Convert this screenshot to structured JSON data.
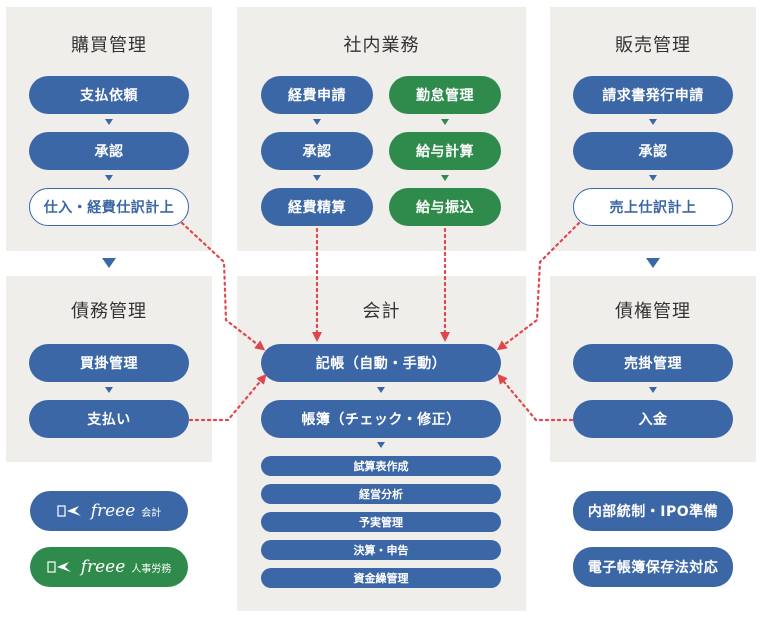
{
  "purchasing": {
    "title": "購買管理",
    "steps": [
      "支払依頼",
      "承認",
      "仕入・経費仕訳計上"
    ]
  },
  "internal": {
    "title": "社内業務",
    "expense_steps": [
      "経費申請",
      "承認",
      "経費精算"
    ],
    "hr_steps": [
      "勤怠管理",
      "給与計算",
      "給与振込"
    ]
  },
  "sales": {
    "title": "販売管理",
    "steps": [
      "請求書発行申請",
      "承認",
      "売上仕訳計上"
    ]
  },
  "payables": {
    "title": "債務管理",
    "steps": [
      "買掛管理",
      "支払い"
    ]
  },
  "accounting": {
    "title": "会計",
    "steps": [
      "記帳（自動・手動）",
      "帳簿（チェック・修正）"
    ],
    "outputs": [
      "試算表作成",
      "経営分析",
      "予実管理",
      "決算・申告",
      "資金繰管理"
    ]
  },
  "receivables": {
    "title": "債権管理",
    "steps": [
      "売掛管理",
      "入金"
    ]
  },
  "logos": [
    {
      "mark": "freee",
      "sub": "会計",
      "color": "#3c67a6"
    },
    {
      "mark": "freee",
      "sub": "人事労務",
      "color": "#2e8b4c"
    }
  ],
  "extras": [
    "内部統制・IPO準備",
    "電子帳簿保存法対応"
  ],
  "colors": {
    "blue": "#3c67a6",
    "green": "#2e8b4c",
    "panel": "#f0eeeb",
    "arrow": "#e0474c"
  }
}
